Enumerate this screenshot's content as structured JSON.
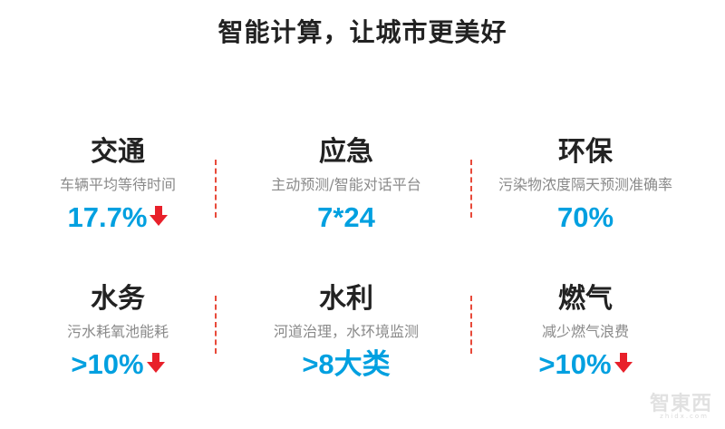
{
  "title": "智能计算，让城市更美好",
  "items": [
    {
      "heading": "交通",
      "description": "车辆平均等待时间",
      "value": "17.7%",
      "trend_icon": "down-arrow-icon"
    },
    {
      "heading": "应急",
      "description": "主动预测/智能对话平台",
      "value": "7*24",
      "trend_icon": null
    },
    {
      "heading": "环保",
      "description": "污染物浓度隔天预测准确率",
      "value": "70%",
      "trend_icon": null
    },
    {
      "heading": "水务",
      "description": "污水耗氧池能耗",
      "value": ">10%",
      "trend_icon": "down-arrow-icon"
    },
    {
      "heading": "水利",
      "description": "河道治理，水环境监测",
      "value": ">8大类",
      "trend_icon": null
    },
    {
      "heading": "燃气",
      "description": "减少燃气浪费",
      "value": ">10%",
      "trend_icon": "down-arrow-icon"
    }
  ],
  "watermark": {
    "text": "智東西",
    "subtext": "zhidx.com"
  },
  "colors": {
    "heading": "#222222",
    "description": "#8a8a8a",
    "value": "#00a0e0",
    "arrow": "#e8202a",
    "divider": "#e84a3a"
  }
}
